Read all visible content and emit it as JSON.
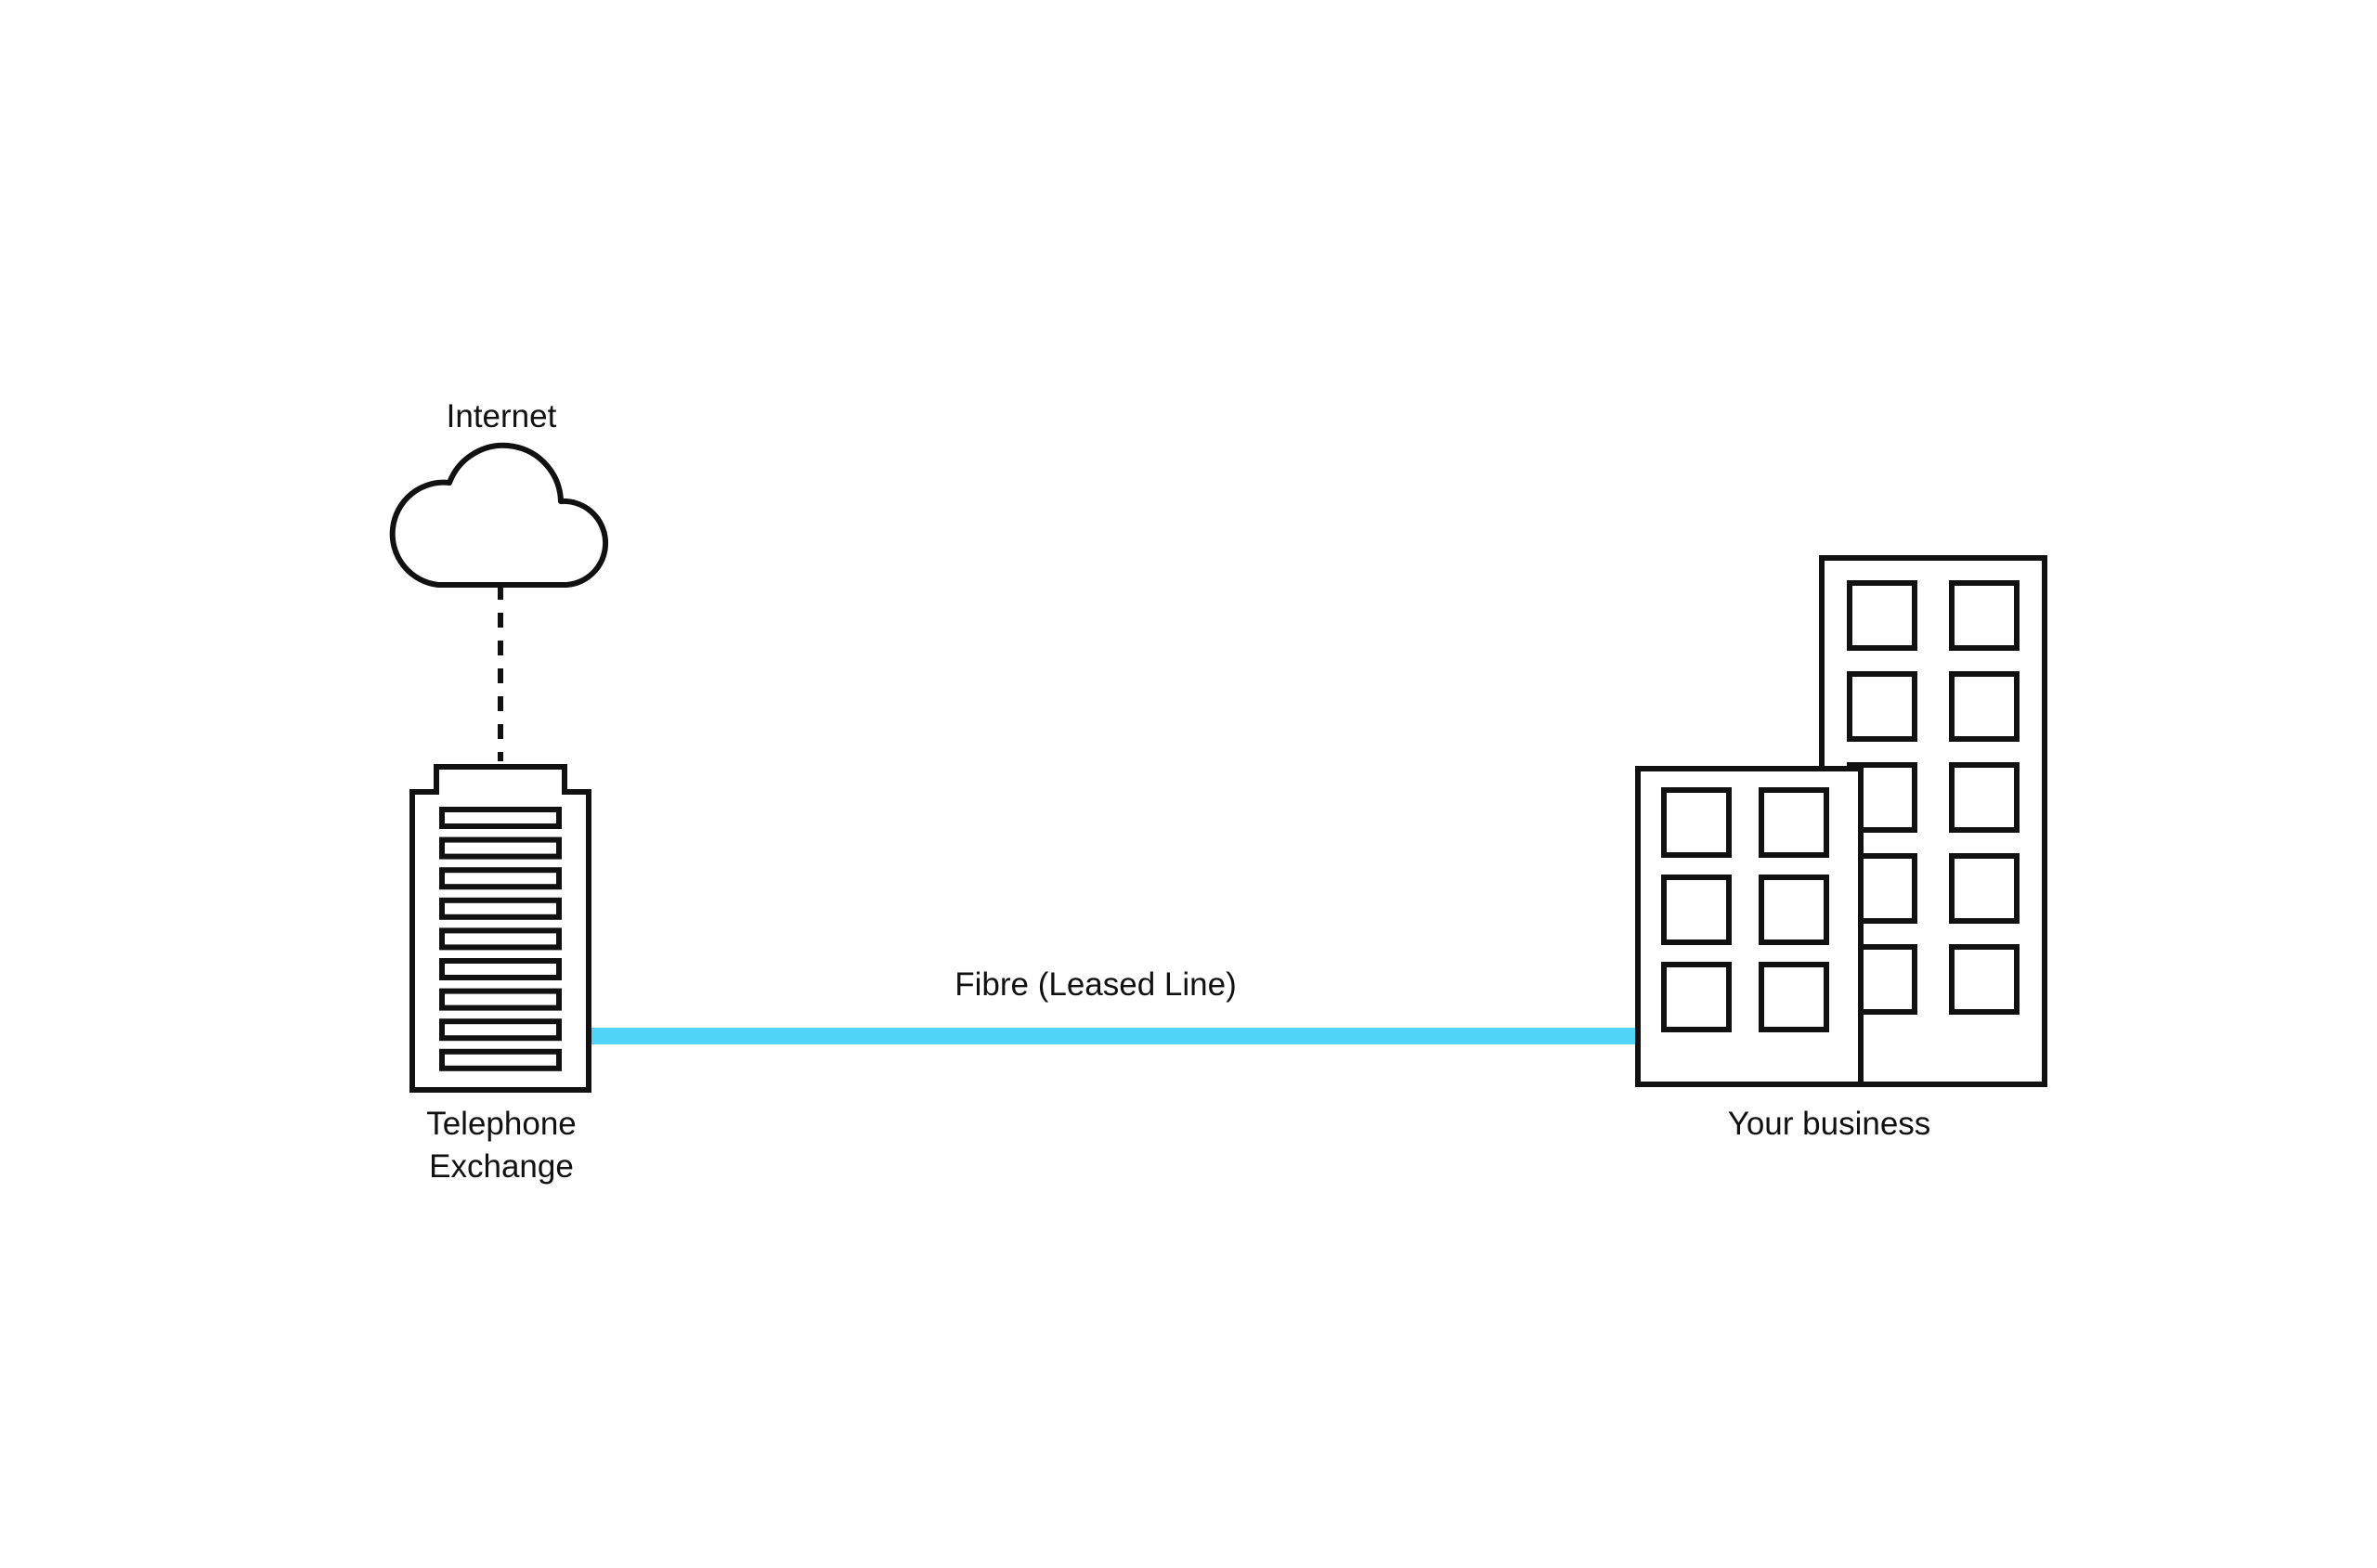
{
  "nodes": {
    "internet": {
      "label": "Internet",
      "icon": "cloud-icon"
    },
    "exchange": {
      "label_line1": "Telephone",
      "label_line2": "Exchange",
      "icon": "telephone-exchange-icon"
    },
    "business": {
      "label": "Your business",
      "icon": "office-buildings-icon"
    }
  },
  "links": {
    "internet_to_exchange": {
      "style": "dashed",
      "color": "#111111"
    },
    "fibre": {
      "label": "Fibre (Leased Line)",
      "color": "#4fd3f7"
    }
  },
  "colors": {
    "stroke": "#111111",
    "fibre": "#4fd3f7",
    "background": "#ffffff"
  }
}
